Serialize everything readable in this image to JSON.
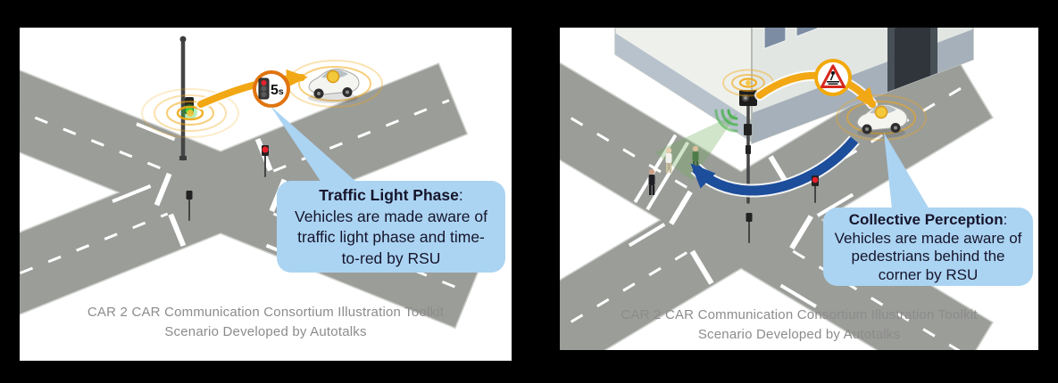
{
  "colors": {
    "page-bg": "#000000",
    "panel-bg": "#ffffff",
    "road": "#9b9d99",
    "road-edge": "#cdcfcb",
    "bubble": "#abd4f2",
    "bubble-text": "#16152c",
    "caption": "#8c8c8c",
    "orange": "#f2a714",
    "blue": "#1c4e9b",
    "badge-border": "#e0740e",
    "warn-border": "#f2a90a",
    "green": "#49b14e",
    "signal-red": "#e8212d",
    "signal-green": "#35d13a",
    "car-dot": "#f3c83a"
  },
  "panels": [
    {
      "name": "traffic-light-phase",
      "badge": {
        "value": "5",
        "unit": "s"
      },
      "callout": {
        "title": "Traffic Light Phase",
        "colon": ":",
        "lines": [
          "Vehicles are made aware of",
          "traffic light phase and time-",
          "to-red by RSU"
        ]
      },
      "caption": [
        "CAR 2 CAR Communication Consortium Illustration Toolkit",
        "Scenario Developed by Autotalks"
      ]
    },
    {
      "name": "collective-perception",
      "callout": {
        "title": "Collective Perception",
        "colon": ":",
        "lines": [
          "Vehicles are made aware of",
          "pedestrians behind the",
          "corner by RSU"
        ]
      },
      "caption": [
        "CAR 2 CAR Communication Consortium Illustration Toolkit",
        "Scenario Developed by Autotalks"
      ]
    }
  ]
}
